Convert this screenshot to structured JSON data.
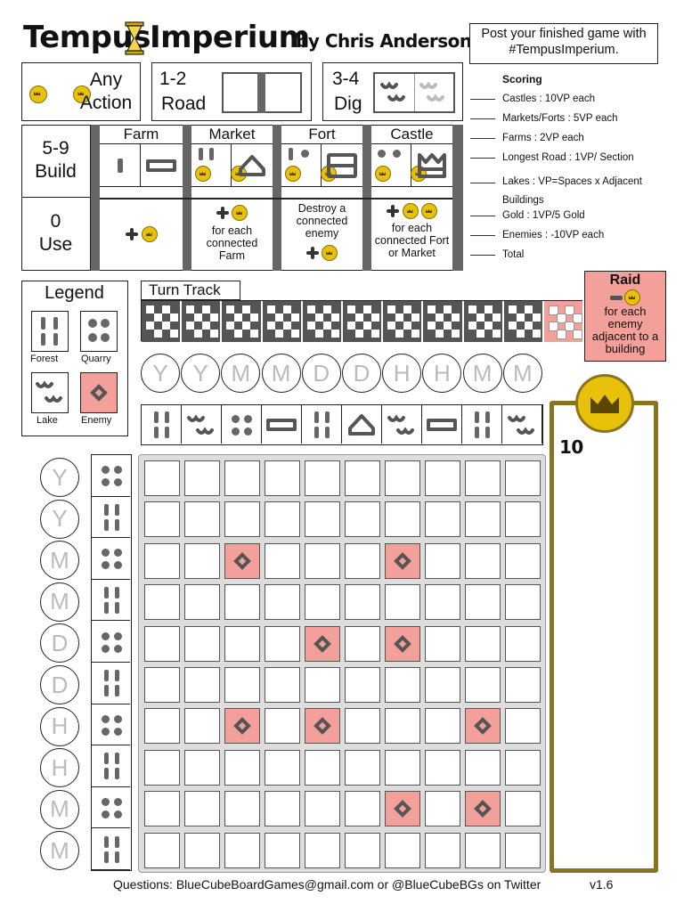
{
  "header": {
    "title_left": "Tempus",
    "title_right": "Imperium",
    "byline": "by Chris Anderson",
    "post_text": "Post your finished game with #TempusImperium."
  },
  "actions": {
    "any_action": "Any Action",
    "road_roll": "1-2",
    "road_label": "Road",
    "dig_roll": "3-4",
    "dig_label": "Dig",
    "build_roll": "5-9",
    "build_label": "Build",
    "use_roll": "0",
    "use_label": "Use"
  },
  "buildings": {
    "farm": "Farm",
    "market": "Market",
    "fort": "Fort",
    "castle": "Castle",
    "market_use": "for each connected Farm",
    "fort_use": "Destroy a connected enemy",
    "castle_use": "for each connected Fort or Market"
  },
  "scoring": {
    "title": "Scoring",
    "items": [
      "Castles : 10VP each",
      "Markets/Forts : 5VP each",
      "Farms : 2VP each",
      "Longest Road : 1VP/ Section",
      "Lakes : VP=Spaces x Adjacent Buildings",
      "Gold : 1VP/5 Gold",
      "Enemies : -10VP each",
      "Total"
    ]
  },
  "legend": {
    "title": "Legend",
    "forest": "Forest",
    "quarry": "Quarry",
    "lake": "Lake",
    "enemy": "Enemy"
  },
  "turn_track": {
    "title": "Turn Track",
    "raid_title": "Raid",
    "raid_text": "for each enemy adjacent to a building",
    "letters": [
      "Y",
      "Y",
      "M",
      "M",
      "D",
      "D",
      "H",
      "H",
      "M",
      "M"
    ],
    "symbols": [
      "forest",
      "lake",
      "quarry",
      "road",
      "forest",
      "house",
      "lake",
      "road",
      "forest",
      "lake"
    ]
  },
  "board": {
    "row_letters": [
      "Y",
      "Y",
      "M",
      "M",
      "D",
      "D",
      "H",
      "H",
      "M",
      "M"
    ],
    "row_symbols": [
      "quarry",
      "forest",
      "quarry",
      "forest",
      "quarry",
      "forest",
      "quarry",
      "forest",
      "quarry",
      "forest"
    ],
    "enemies": [
      [
        2,
        2
      ],
      [
        2,
        6
      ],
      [
        4,
        4
      ],
      [
        4,
        6
      ],
      [
        6,
        2
      ],
      [
        6,
        4
      ],
      [
        6,
        8
      ],
      [
        8,
        6
      ],
      [
        8,
        8
      ]
    ]
  },
  "gold": {
    "value": "10"
  },
  "footer": {
    "questions": "Questions: BlueCubeBoardGames@gmail.com or @BlueCubeBGs on Twitter",
    "version": "v1.6"
  }
}
